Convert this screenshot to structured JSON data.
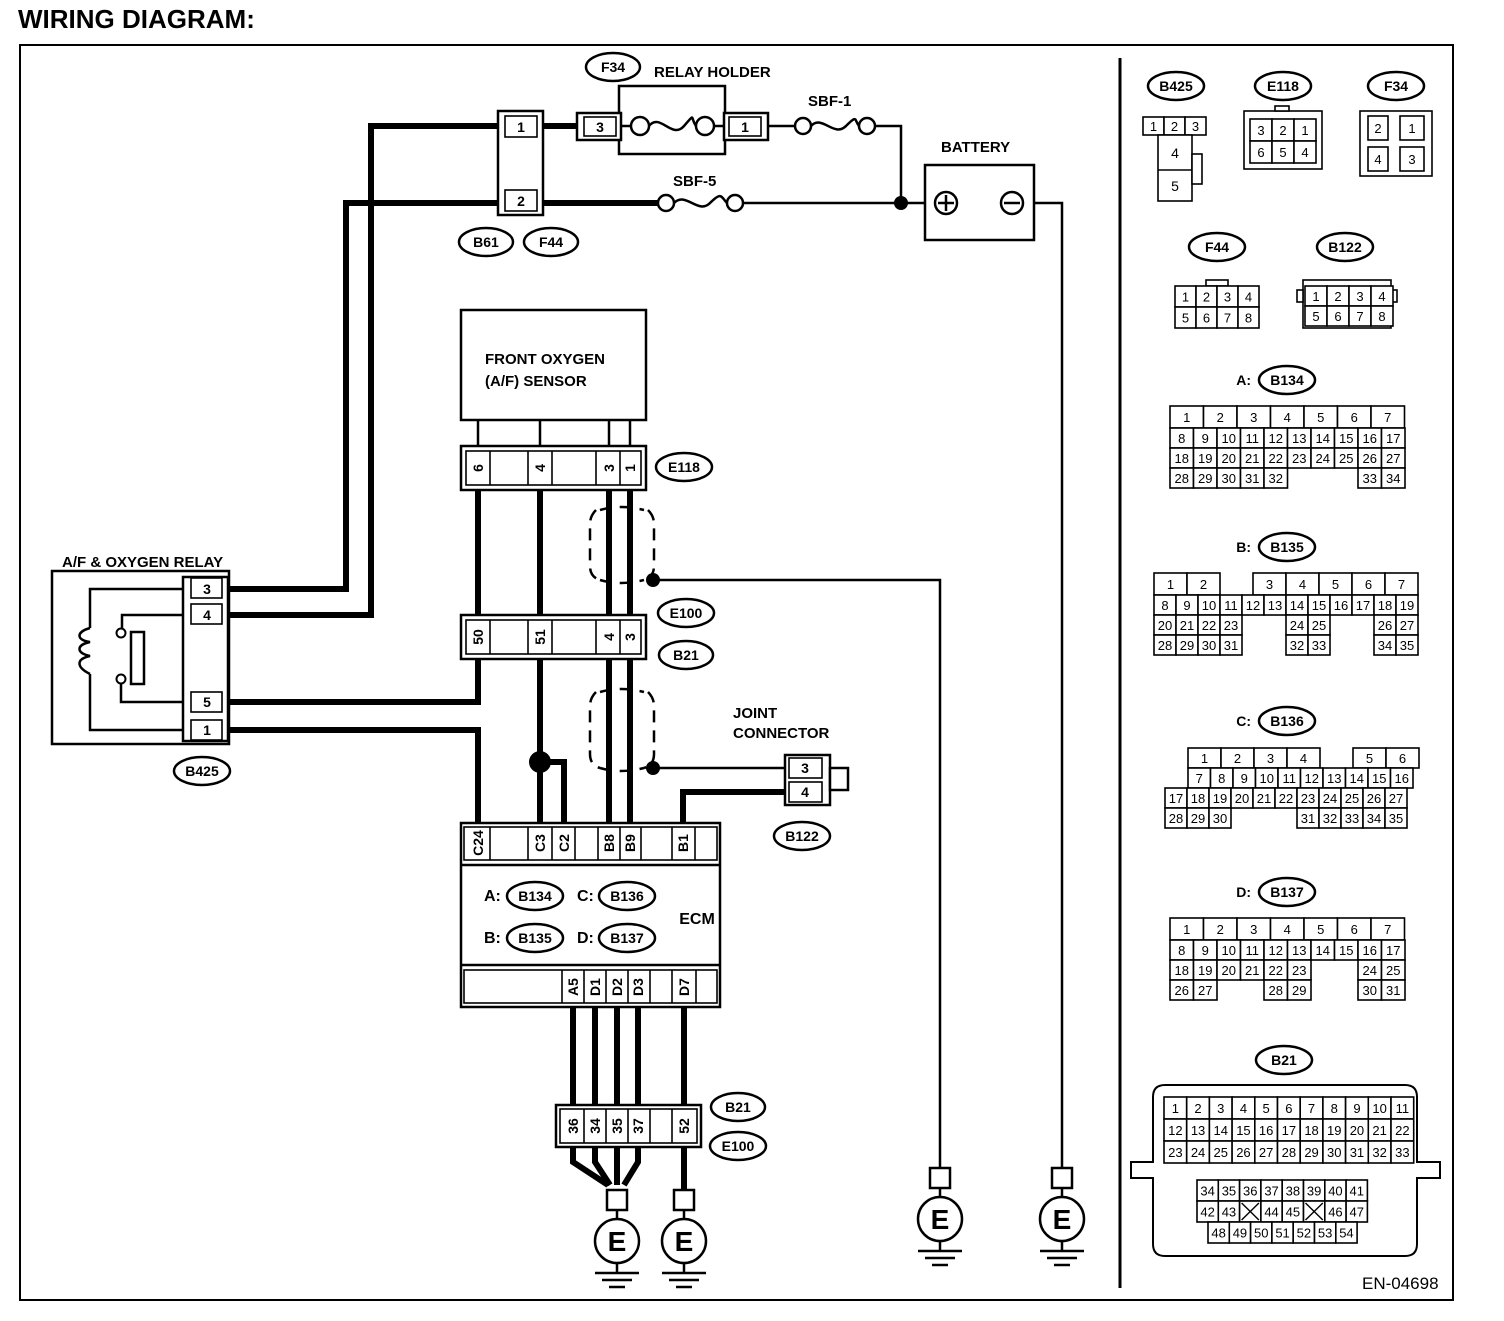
{
  "title": "WIRING DIAGRAM:",
  "doc_code": "EN-04698",
  "components": {
    "relay_holder": "RELAY HOLDER",
    "battery": "BATTERY",
    "sensor_line1": "FRONT OXYGEN",
    "sensor_line2": "(A/F) SENSOR",
    "relay_line": "A/F & OXYGEN RELAY",
    "joint_line1": "JOINT",
    "joint_line2": "CONNECTOR",
    "ecm": "ECM",
    "fuse1": "SBF-1",
    "fuse5": "SBF-5",
    "ground": "E"
  },
  "connector_tags": {
    "F34": "F34",
    "B61": "B61",
    "F44": "F44",
    "E118": "E118",
    "E100": "E100",
    "B21": "B21",
    "B425": "B425",
    "B122": "B122",
    "B134": "B134",
    "B135": "B135",
    "B136": "B136",
    "B137": "B137"
  },
  "ecm_prefixes": {
    "A": "A:",
    "B": "B:",
    "C": "C:",
    "D": "D:"
  },
  "pins": {
    "f34": [
      "3",
      "1"
    ],
    "f44_b61": [
      "1",
      "2"
    ],
    "e118": [
      "6",
      "4",
      "3",
      "1"
    ],
    "b21_mid": [
      "50",
      "51",
      "4",
      "3"
    ],
    "relay": [
      "3",
      "4",
      "5",
      "1"
    ],
    "joint": [
      "3",
      "4"
    ],
    "ecm_top": [
      "C24",
      "C3",
      "C2",
      "B8",
      "B9",
      "B1"
    ],
    "ecm_bottom": [
      "A5",
      "D1",
      "D2",
      "D3",
      "D7"
    ],
    "b21_low": [
      "36",
      "34",
      "35",
      "37",
      "52"
    ]
  },
  "legend": {
    "b425": [
      "1",
      "2",
      "3",
      "4",
      "5"
    ],
    "e118": [
      "3",
      "2",
      "1",
      "6",
      "5",
      "4"
    ],
    "f34": [
      "2",
      "1",
      "4",
      "3"
    ],
    "f44": [
      "1",
      "2",
      "3",
      "4",
      "5",
      "6",
      "7",
      "8"
    ],
    "b122": [
      "1",
      "2",
      "3",
      "4",
      "5",
      "6",
      "7",
      "8"
    ],
    "b134": [
      [
        "1",
        "2",
        "3",
        "4",
        "5",
        "6",
        "7"
      ],
      [
        "8",
        "9",
        "10",
        "11",
        "12",
        "13",
        "14",
        "15",
        "16",
        "17"
      ],
      [
        "18",
        "19",
        "20",
        "21",
        "22",
        "23",
        "24",
        "25",
        "26",
        "27"
      ],
      [
        "28",
        "29",
        "30",
        "31",
        "32",
        "",
        "",
        "",
        "33",
        "34"
      ]
    ],
    "b135": [
      [
        "1",
        "2",
        "",
        "3",
        "4",
        "5",
        "6",
        "7"
      ],
      [
        "8",
        "9",
        "10",
        "11",
        "12",
        "13",
        "14",
        "15",
        "16",
        "17",
        "18",
        "19"
      ],
      [
        "20",
        "21",
        "22",
        "23",
        "",
        "",
        "24",
        "25",
        "",
        "",
        "26",
        "27"
      ],
      [
        "28",
        "29",
        "30",
        "31",
        "",
        "",
        "32",
        "33",
        "",
        "",
        "34",
        "35"
      ]
    ],
    "b136": [
      [
        "1",
        "2",
        "3",
        "4",
        "",
        "5",
        "6"
      ],
      [
        "7",
        "8",
        "9",
        "10",
        "11",
        "12",
        "13",
        "14",
        "15",
        "16"
      ],
      [
        "17",
        "18",
        "19",
        "20",
        "21",
        "22",
        "23",
        "24",
        "25",
        "26",
        "27"
      ],
      [
        "28",
        "29",
        "30",
        "",
        "",
        "",
        "31",
        "32",
        "33",
        "34",
        "35"
      ]
    ],
    "b137": [
      [
        "1",
        "2",
        "3",
        "4",
        "5",
        "6",
        "7"
      ],
      [
        "8",
        "9",
        "10",
        "11",
        "12",
        "13",
        "14",
        "15",
        "16",
        "17"
      ],
      [
        "18",
        "19",
        "20",
        "21",
        "22",
        "23",
        "",
        "",
        "24",
        "25"
      ],
      [
        "26",
        "27",
        "",
        "",
        "28",
        "29",
        "",
        "",
        "30",
        "31"
      ]
    ],
    "b21": [
      [
        "1",
        "2",
        "3",
        "4",
        "5",
        "6",
        "7",
        "8",
        "9",
        "10",
        "11"
      ],
      [
        "12",
        "13",
        "14",
        "15",
        "16",
        "17",
        "18",
        "19",
        "20",
        "21",
        "22"
      ],
      [
        "23",
        "24",
        "25",
        "26",
        "27",
        "28",
        "29",
        "30",
        "31",
        "32",
        "33"
      ],
      [
        "34",
        "35",
        "36",
        "37",
        "38",
        "39",
        "40",
        "41"
      ],
      [
        "42",
        "43",
        "x",
        "44",
        "45",
        "x",
        "46",
        "47"
      ],
      [
        "48",
        "49",
        "50",
        "51",
        "52",
        "53",
        "54"
      ]
    ]
  }
}
